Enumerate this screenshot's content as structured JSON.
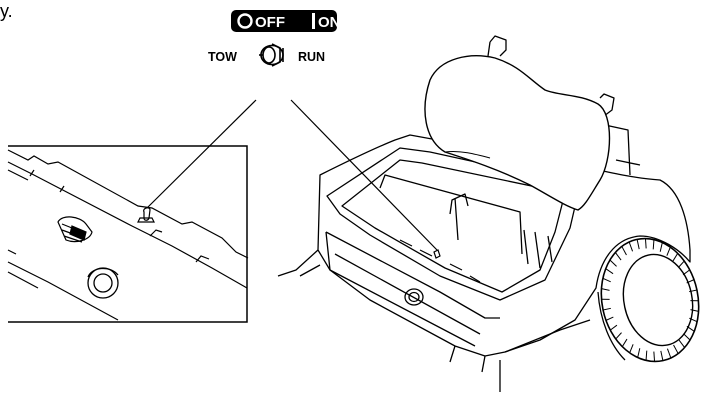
{
  "caption_fragment": "y.",
  "switch_plate": {
    "off_label": "OFF",
    "on_label": "ON",
    "left_label": "TOW",
    "right_label": "RUN"
  },
  "colors": {
    "ink": "#000000",
    "paper": "#ffffff",
    "plate_fill": "#000000",
    "plate_text": "#ffffff"
  }
}
